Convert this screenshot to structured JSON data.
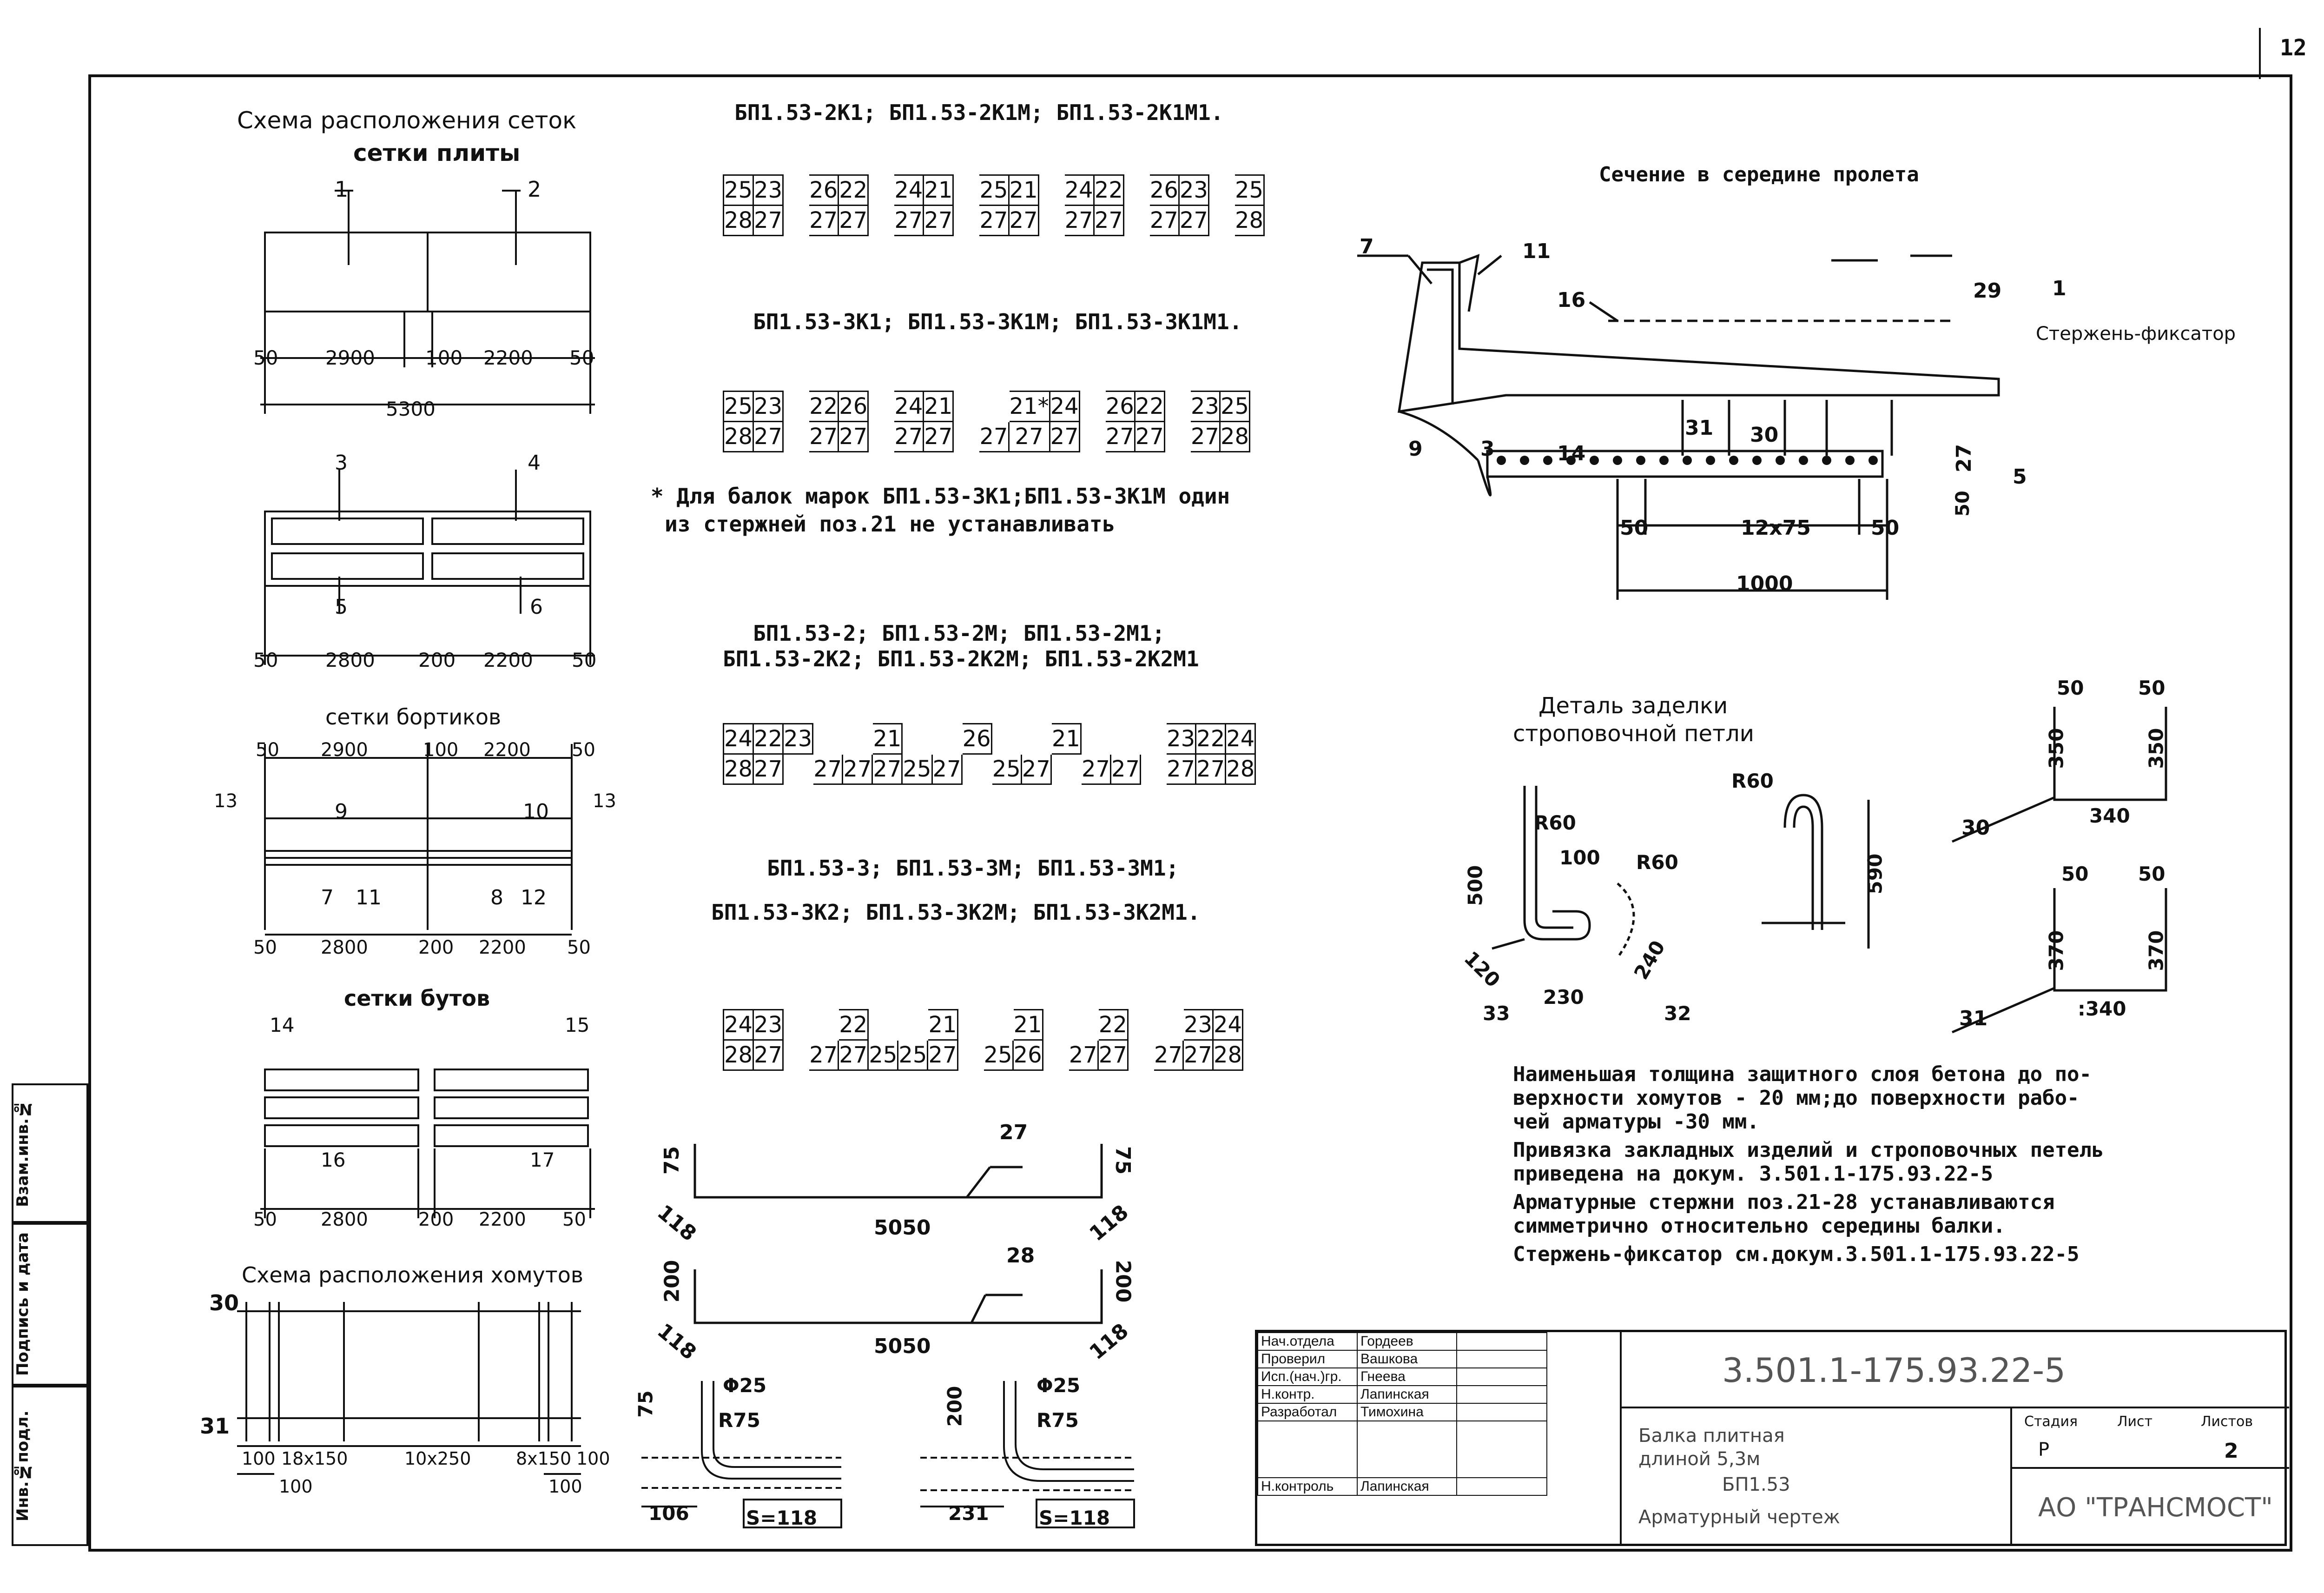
{
  "sheet_number": "12",
  "left_column": {
    "plate_mesh_title_line1": "Схема расположения сеток",
    "plate_mesh_title_line2": "сетки плиты",
    "plate_labels": [
      "1",
      "2"
    ],
    "plate_dims": [
      "50",
      "2900",
      "100",
      "2200",
      "50"
    ],
    "plate_total": "5300",
    "plate2_labels": [
      "3",
      "4",
      "5",
      "6"
    ],
    "plate2_dims": [
      "50",
      "2800",
      "200",
      "2200",
      "50"
    ],
    "side_mesh_title": "сетки бортиков",
    "side_top_dims": [
      "50",
      "2900",
      "100",
      "2200",
      "50"
    ],
    "side_labels": [
      "13",
      "9",
      "10",
      "13",
      "7",
      "11",
      "8",
      "12"
    ],
    "side_bottom_dims": [
      "50",
      "2800",
      "200",
      "2200",
      "50"
    ],
    "butt_mesh_title": "сетки бутов",
    "butt_labels": [
      "14",
      "15",
      "16",
      "17"
    ],
    "butt_dims": [
      "50",
      "2800",
      "200",
      "2200",
      "50"
    ],
    "stirrup_title": "Схема расположения хомутов",
    "stirrup_labels": [
      "30",
      "31"
    ],
    "stirrup_dims": [
      "100",
      "18х150",
      "10х250",
      "8х150",
      "100"
    ],
    "stirrup_bottom": [
      "100",
      "100"
    ]
  },
  "middle_column": {
    "group1_title": "БП1.53-2К1; БП1.53-2К1М; БП1.53-2К1М1.",
    "group1_top": [
      "25",
      "23",
      "",
      "26",
      "22",
      "",
      "24",
      "21",
      "",
      "25",
      "21",
      "",
      "24",
      "22",
      "",
      "26",
      "23",
      "",
      "25"
    ],
    "group1_bot": [
      "28",
      "27",
      "",
      "27",
      "27",
      "",
      "27",
      "27",
      "",
      "27",
      "27",
      "",
      "27",
      "27",
      "",
      "27",
      "27",
      "",
      "28"
    ],
    "group2_title": "БП1.53-3К1; БП1.53-3К1М; БП1.53-3К1М1.",
    "group2_top": [
      "25",
      "23",
      "",
      "22",
      "26",
      "",
      "24",
      "21",
      "",
      "",
      "21*",
      "24",
      "",
      "26",
      "22",
      "",
      "23",
      "25"
    ],
    "group2_bot": [
      "28",
      "27",
      "",
      "27",
      "27",
      "",
      "27",
      "27",
      "",
      "27",
      "27",
      "27",
      "",
      "27",
      "27",
      "",
      "27",
      "28"
    ],
    "note_star_line1": "* Для балок марок БП1.53-3К1;БП1.53-3К1М один",
    "note_star_line2": "из стержней поз.21 не устанавливать",
    "group3_title_line1": "БП1.53-2; БП1.53-2М; БП1.53-2М1;",
    "group3_title_line2": "БП1.53-2К2; БП1.53-2К2М; БП1.53-2К2М1",
    "group3_top": [
      "24",
      "22",
      "23",
      "",
      "",
      "21",
      "",
      "",
      "26",
      "",
      "",
      "21",
      "",
      "",
      "",
      "23",
      "22",
      "24"
    ],
    "group3_bot": [
      "28",
      "27",
      "",
      "27",
      "27",
      "27",
      "25",
      "27",
      "",
      "25",
      "27",
      "",
      "27",
      "27",
      "",
      "27",
      "27",
      "28"
    ],
    "group4_title_line1": "БП1.53-3; БП1.53-3М; БП1.53-3М1;",
    "group4_title_line2": "БП1.53-3К2;   БП1.53-3К2М;   БП1.53-3К2М1.",
    "group4_top": [
      "24",
      "23",
      "",
      "",
      "22",
      "",
      "",
      "21",
      "",
      "",
      "21",
      "",
      "",
      "22",
      "",
      "",
      "23",
      "24"
    ],
    "group4_bot": [
      "28",
      "27",
      "",
      "27",
      "27",
      "25",
      "25",
      "27",
      "",
      "25",
      "26",
      "",
      "27",
      "27",
      "",
      "27",
      "27",
      "28"
    ],
    "bar27_label": "27",
    "bar27_len": "5050",
    "bar27_ends": [
      "75",
      "75",
      "118",
      "118"
    ],
    "bar28_label": "28",
    "bar28_len": "5050",
    "bar28_ends": [
      "200",
      "200",
      "118",
      "118"
    ],
    "bend1": {
      "h": "75",
      "dia": "Φ25",
      "r": "R75",
      "a": "106",
      "s": "S=118"
    },
    "bend2": {
      "h": "200",
      "dia": "Φ25",
      "r": "R75",
      "a": "231",
      "s": "S=118"
    }
  },
  "right_column": {
    "section_title": "Сечение в середине пролета",
    "section_labels": [
      "7",
      "11",
      "16",
      "29",
      "1",
      "Стержень-фиксатор",
      "9",
      "3",
      "14",
      "31",
      "30",
      "27",
      "5",
      "50"
    ],
    "section_dims": [
      "50",
      "12х75",
      "50",
      "1000"
    ],
    "detail_title_line1": "Деталь заделки",
    "detail_title_line2": "строповочной петли",
    "detail_labels": [
      "R60",
      "100",
      "R60",
      "500",
      "120",
      "230",
      "240",
      "33",
      "R60",
      "590",
      "32"
    ],
    "stirrup30": {
      "tops": [
        "50",
        "50"
      ],
      "sides": [
        "350",
        "350"
      ],
      "bottom": "340",
      "label": "30"
    },
    "stirrup31": {
      "tops": [
        "50",
        "50"
      ],
      "sides": [
        "370",
        "370"
      ],
      "bottom": ":340",
      "label": "31"
    },
    "notes": [
      "Наименьшая толщина защитного слоя бетона до по-",
      "верхности хомутов - 20 мм;до поверхности рабо-",
      "чей арматуры -30 мм.",
      "Привязка закладных изделий и строповочных петель",
      "приведена на докум. 3.501.1-175.93.22-5",
      "Арматурные стержни поз.21-28 устанавливаются",
      "симметрично относительно середины балки.",
      "Стержень-фиксатор см.докум.3.501.1-175.93.22-5"
    ]
  },
  "sidebar": {
    "cells": [
      "Взам.инв.№",
      "Подпись и дата",
      "Инв.№подл."
    ]
  },
  "title_block": {
    "roles": [
      "Нач.отдела",
      "Проверил",
      "Исп.(нач.)гр.",
      "Н.контр.",
      "Разработал",
      "Н.контроль"
    ],
    "names": [
      "Гордеев",
      "Вашкова",
      "Гнеева",
      "Лапинская",
      "Тимохина",
      "Лапинская"
    ],
    "doc_code": "3.501.1-175.93.22-5",
    "description_line1": "Балка плитная",
    "description_line2": "длиной 5,3м",
    "description_line3": "БП1.53",
    "description_line4": "Арматурный чертеж",
    "col_headers": [
      "Стадия",
      "Лист",
      "Листов"
    ],
    "col_values": [
      "Р",
      "",
      "2"
    ],
    "org": "АО \"ТРАНСМОСТ\""
  }
}
